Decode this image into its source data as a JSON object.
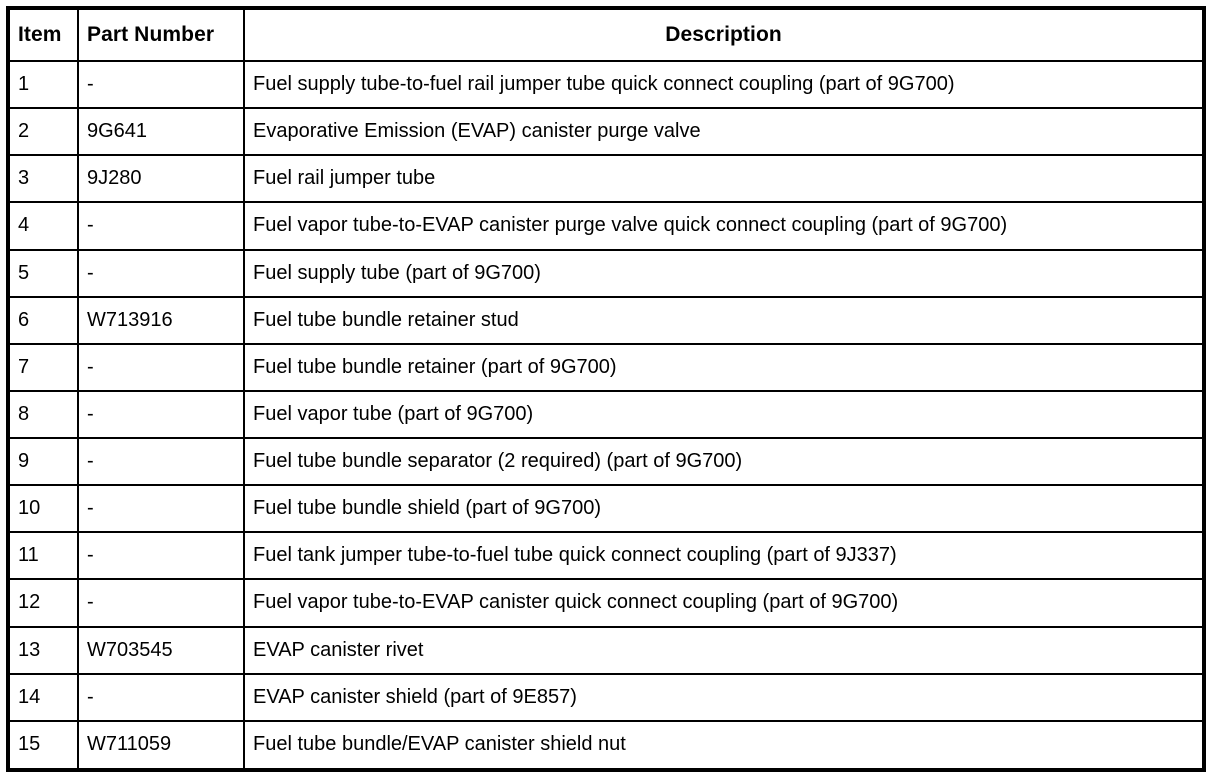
{
  "table": {
    "columns": [
      {
        "key": "item",
        "label": "Item",
        "align": "left"
      },
      {
        "key": "part_number",
        "label": "Part Number",
        "align": "left"
      },
      {
        "key": "description",
        "label": "Description",
        "align": "center"
      }
    ],
    "rows": [
      {
        "item": "1",
        "part_number": "-",
        "description": "Fuel supply tube-to-fuel rail jumper tube quick connect coupling (part of 9G700)"
      },
      {
        "item": "2",
        "part_number": "9G641",
        "description": "Evaporative Emission (EVAP) canister purge valve"
      },
      {
        "item": "3",
        "part_number": "9J280",
        "description": "Fuel rail jumper tube"
      },
      {
        "item": "4",
        "part_number": "-",
        "description": "Fuel vapor tube-to-EVAP canister purge valve quick connect coupling (part of 9G700)"
      },
      {
        "item": "5",
        "part_number": "-",
        "description": "Fuel supply tube (part of 9G700)"
      },
      {
        "item": "6",
        "part_number": "W713916",
        "description": "Fuel tube bundle retainer stud"
      },
      {
        "item": "7",
        "part_number": "-",
        "description": "Fuel tube bundle retainer (part of 9G700)"
      },
      {
        "item": "8",
        "part_number": "-",
        "description": "Fuel vapor tube (part of 9G700)"
      },
      {
        "item": "9",
        "part_number": "-",
        "description": "Fuel tube bundle separator (2 required) (part of 9G700)"
      },
      {
        "item": "10",
        "part_number": "-",
        "description": "Fuel tube bundle shield (part of 9G700)"
      },
      {
        "item": "11",
        "part_number": "-",
        "description": "Fuel tank jumper tube-to-fuel tube quick connect coupling (part of 9J337)"
      },
      {
        "item": "12",
        "part_number": "-",
        "description": "Fuel vapor tube-to-EVAP canister quick connect coupling (part of 9G700)"
      },
      {
        "item": "13",
        "part_number": "W703545",
        "description": "EVAP canister rivet"
      },
      {
        "item": "14",
        "part_number": "-",
        "description": "EVAP canister shield (part of 9E857)"
      },
      {
        "item": "15",
        "part_number": "W711059",
        "description": "Fuel tube bundle/EVAP canister shield nut"
      }
    ]
  },
  "colors": {
    "border": "#000000",
    "background": "#ffffff",
    "text": "#000000"
  }
}
